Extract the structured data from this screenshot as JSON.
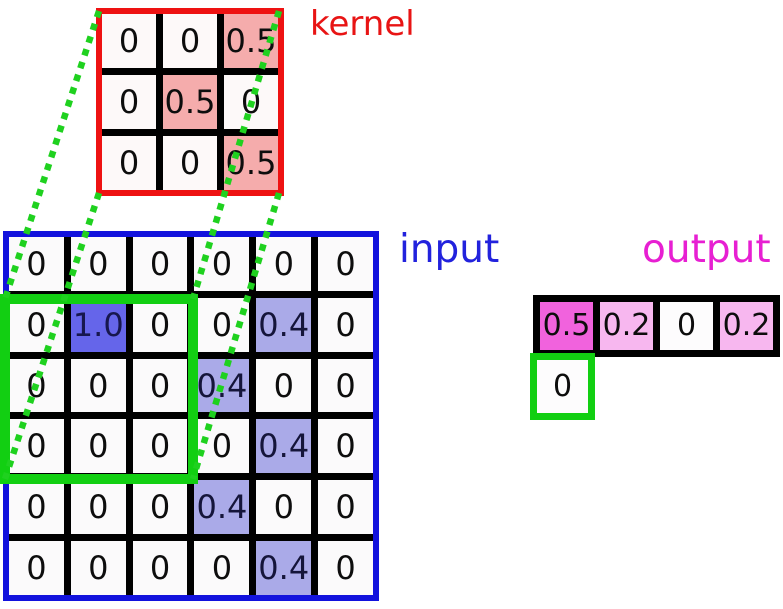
{
  "labels": {
    "kernel": "kernel",
    "input": "input",
    "output": "output"
  },
  "kernel": {
    "cells": [
      {
        "t": "0",
        "bg": "#fdf9f9"
      },
      {
        "t": "0",
        "bg": "#fdf9f9"
      },
      {
        "t": "0.5",
        "bg": "#f5acac"
      },
      {
        "t": "0",
        "bg": "#fdf9f9"
      },
      {
        "t": "0.5",
        "bg": "#f5acac"
      },
      {
        "t": "0",
        "bg": "#fdf9f9"
      },
      {
        "t": "0",
        "bg": "#fdf9f9"
      },
      {
        "t": "0",
        "bg": "#fdf9f9"
      },
      {
        "t": "0.5",
        "bg": "#f5acac"
      }
    ]
  },
  "input": {
    "cells": [
      {
        "t": "0",
        "bg": "#fbfafb"
      },
      {
        "t": "0",
        "bg": "#fbfafb"
      },
      {
        "t": "0",
        "bg": "#fbfafb"
      },
      {
        "t": "0",
        "bg": "#fbfafb"
      },
      {
        "t": "0",
        "bg": "#fbfafb"
      },
      {
        "t": "0",
        "bg": "#fbfafb"
      },
      {
        "t": "0",
        "bg": "#fbfafb"
      },
      {
        "t": "1.0",
        "bg": "#6565ea",
        "fg": "#17174e"
      },
      {
        "t": "0",
        "bg": "#fbfafb"
      },
      {
        "t": "0",
        "bg": "#fbfafb"
      },
      {
        "t": "0.4",
        "bg": "#aaaae8",
        "fg": "#15153a"
      },
      {
        "t": "0",
        "bg": "#fbfafb"
      },
      {
        "t": "0",
        "bg": "#fbfafb"
      },
      {
        "t": "0",
        "bg": "#fbfafb"
      },
      {
        "t": "0",
        "bg": "#fbfafb"
      },
      {
        "t": "0.4",
        "bg": "#aaaae8",
        "fg": "#15153a"
      },
      {
        "t": "0",
        "bg": "#fbfafb"
      },
      {
        "t": "0",
        "bg": "#fbfafb"
      },
      {
        "t": "0",
        "bg": "#fbfafb"
      },
      {
        "t": "0",
        "bg": "#fbfafb"
      },
      {
        "t": "0",
        "bg": "#fbfafb"
      },
      {
        "t": "0",
        "bg": "#fbfafb"
      },
      {
        "t": "0.4",
        "bg": "#aaaae8",
        "fg": "#15153a"
      },
      {
        "t": "0",
        "bg": "#fbfafb"
      },
      {
        "t": "0",
        "bg": "#fbfafb"
      },
      {
        "t": "0",
        "bg": "#fbfafb"
      },
      {
        "t": "0",
        "bg": "#fbfafb"
      },
      {
        "t": "0.4",
        "bg": "#aaaae8",
        "fg": "#15153a"
      },
      {
        "t": "0",
        "bg": "#fbfafb"
      },
      {
        "t": "0",
        "bg": "#fbfafb"
      },
      {
        "t": "0",
        "bg": "#fbfafb"
      },
      {
        "t": "0",
        "bg": "#fbfafb"
      },
      {
        "t": "0",
        "bg": "#fbfafb"
      },
      {
        "t": "0",
        "bg": "#fbfafb"
      },
      {
        "t": "0.4",
        "bg": "#aaaae8",
        "fg": "#15153a"
      },
      {
        "t": "0",
        "bg": "#fbfafb"
      }
    ]
  },
  "output": {
    "cells": [
      {
        "t": "0.5",
        "bg": "#f162dd"
      },
      {
        "t": "0.2",
        "bg": "#f7b7ef"
      },
      {
        "t": "0",
        "bg": "#fdfcfd"
      },
      {
        "t": "0.2",
        "bg": "#f7b7ef"
      }
    ],
    "pending": {
      "t": "0"
    }
  },
  "colors": {
    "kernel_border": "#ee1212",
    "input_border": "#1212dd",
    "output_border": "#000000",
    "green": "#12cf12",
    "kernel_label": "#e81414",
    "input_label": "#2222dd",
    "output_label": "#e71fd2"
  }
}
